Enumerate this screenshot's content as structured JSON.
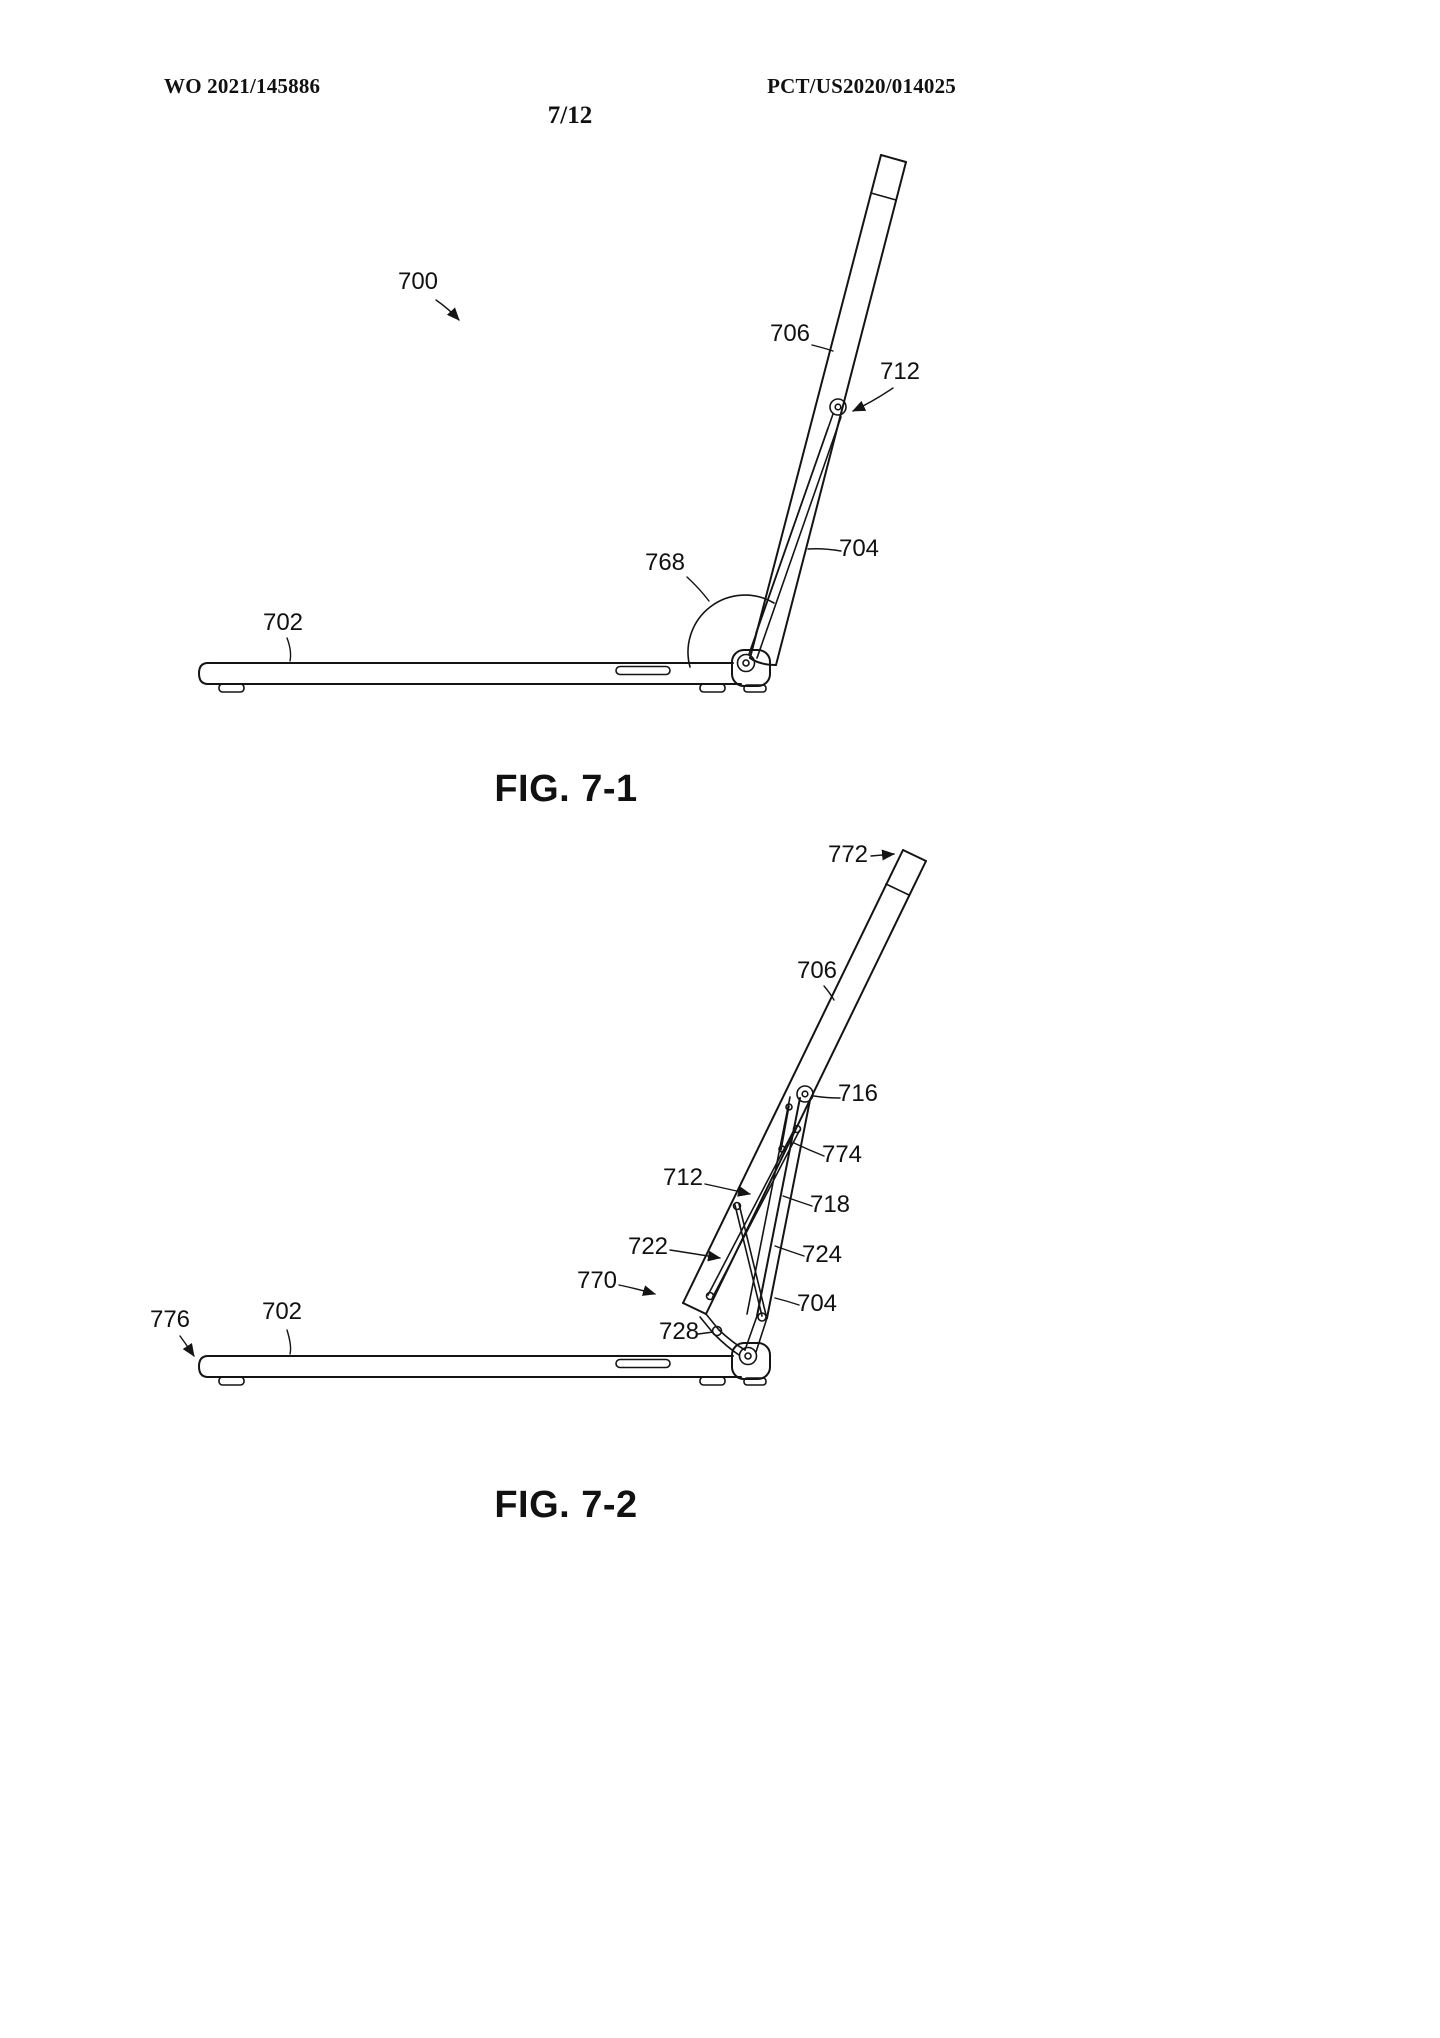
{
  "page": {
    "header_left": "WO 2021/145886",
    "header_right": "PCT/US2020/014025",
    "sheet_number": "7/12"
  },
  "fig1": {
    "caption": "FIG. 7-1",
    "labels": {
      "n700": "700",
      "n702": "702",
      "n704": "704",
      "n706": "706",
      "n712": "712",
      "n768": "768"
    }
  },
  "fig2": {
    "caption": "FIG. 7-2",
    "labels": {
      "n702": "702",
      "n704": "704",
      "n706": "706",
      "n712": "712",
      "n716": "716",
      "n718": "718",
      "n722": "722",
      "n724": "724",
      "n728": "728",
      "n770": "770",
      "n772": "772",
      "n774": "774",
      "n776": "776"
    }
  }
}
